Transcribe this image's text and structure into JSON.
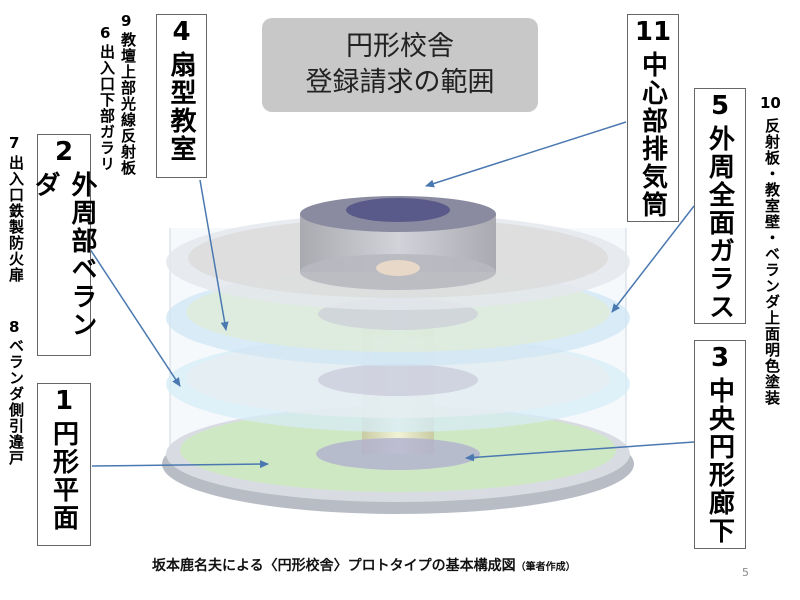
{
  "title": {
    "line1": "円形校舎",
    "line2": "登録請求の範囲"
  },
  "labels": {
    "l1": {
      "num": "1",
      "text": "円形平面"
    },
    "l2": {
      "num": "2",
      "text": "外周部ベランダ"
    },
    "l3": {
      "num": "3",
      "text": "中央円形廊下"
    },
    "l4": {
      "num": "4",
      "text": "扇型教室"
    },
    "l5": {
      "num": "5",
      "text": "外周全面ガラス"
    },
    "l11": {
      "num": "11",
      "text": "中心部排気筒"
    }
  },
  "notes": {
    "n6": {
      "num": "6",
      "text": "出入口下部ガラリ"
    },
    "n7": {
      "num": "7",
      "text": "出入口鉄製防火扉"
    },
    "n8": {
      "num": "8",
      "text": "ベランダ側引違戸"
    },
    "n9": {
      "num": "9",
      "text": "教壇上部光線反射板"
    },
    "n10": {
      "num": "10",
      "text": "反射板・教室壁・ベランダ上面明色塗装"
    }
  },
  "caption": {
    "main": "坂本鹿名夫による〈円形校舎〉プロトタイプの基本構成図",
    "sub": "（筆者作成）"
  },
  "page_number": "5",
  "colors": {
    "title_bg": "#c8c8c8",
    "floor": "#cfe8c4",
    "glass": "#d6ecf7",
    "arrow": "#4a78b0",
    "stack": "#6a6a9a"
  }
}
